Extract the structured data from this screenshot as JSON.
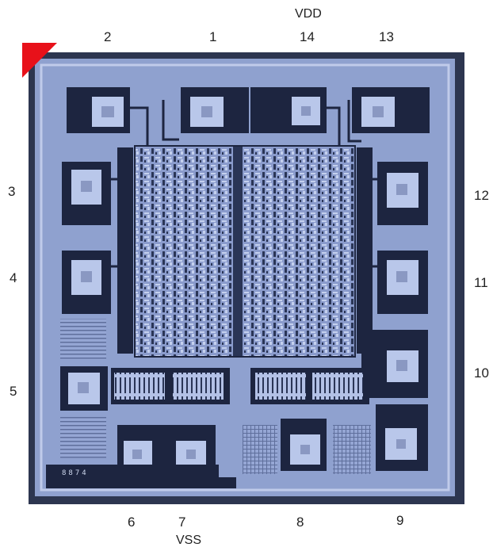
{
  "pins": {
    "p1": "1",
    "p2": "2",
    "p3": "3",
    "p4": "4",
    "p5": "5",
    "p6": "6",
    "p7": "7",
    "p8": "8",
    "p9": "9",
    "p10": "10",
    "p11": "11",
    "p12": "12",
    "p13": "13",
    "p14": "14"
  },
  "rails": {
    "vdd": "VDD",
    "vss": "VSS"
  },
  "die": {
    "marking": "8874"
  },
  "colors": {
    "die_base": "#8fa1cf",
    "die_dark": "#1d2540",
    "die_metal": "#b9c7ea",
    "pin1_marker": "#e8111a"
  }
}
